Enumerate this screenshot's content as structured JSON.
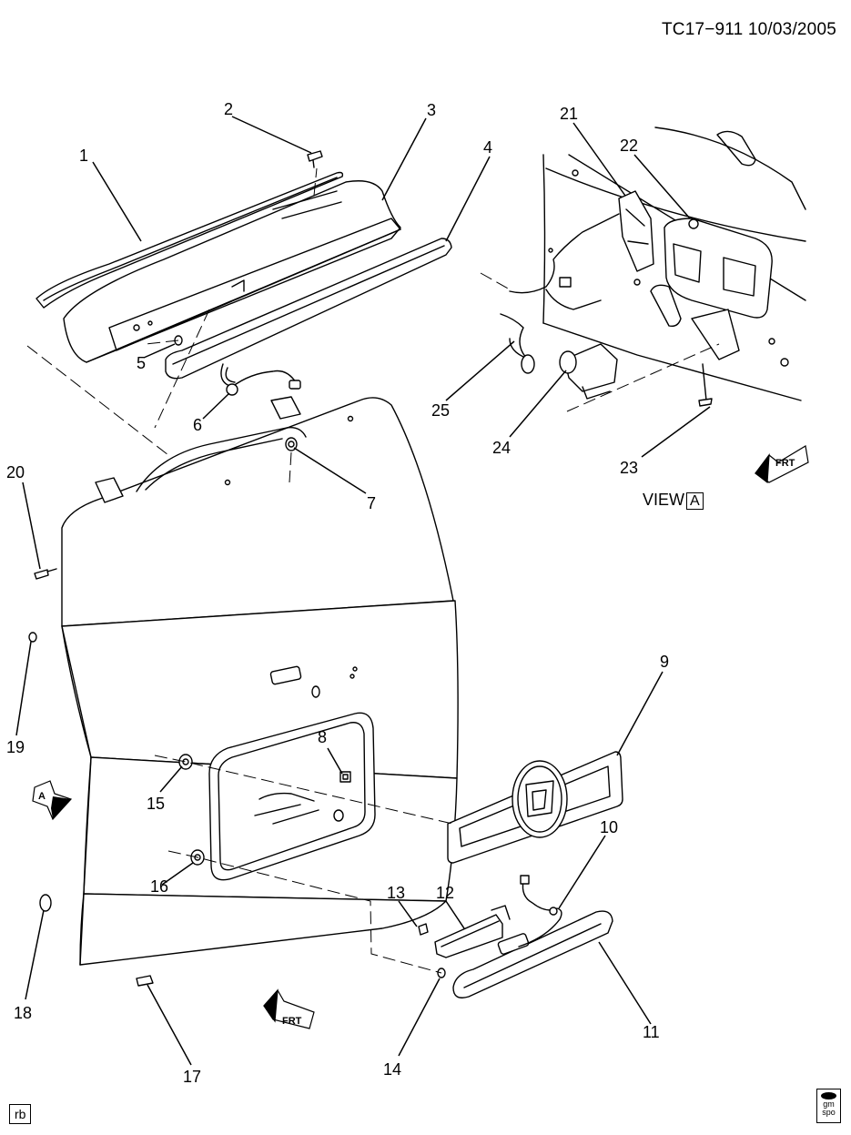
{
  "header": {
    "code": "TC17−911  10/03/2005"
  },
  "view_label": {
    "text": "VIEW",
    "marker": "A"
  },
  "bottom": {
    "rb": "rb",
    "logo_top": "gm",
    "logo_bottom": "spo"
  },
  "callouts": [
    "1",
    "2",
    "3",
    "4",
    "5",
    "6",
    "7",
    "8",
    "9",
    "10",
    "11",
    "12",
    "13",
    "14",
    "15",
    "16",
    "17",
    "18",
    "19",
    "20",
    "21",
    "22",
    "23",
    "24",
    "25"
  ],
  "arrows": {
    "view_a": "A",
    "front": "FRT"
  },
  "icons": [
    "front-direction-arrow-icon",
    "view-a-arrow-icon",
    "gm-spo-logo-icon"
  ]
}
